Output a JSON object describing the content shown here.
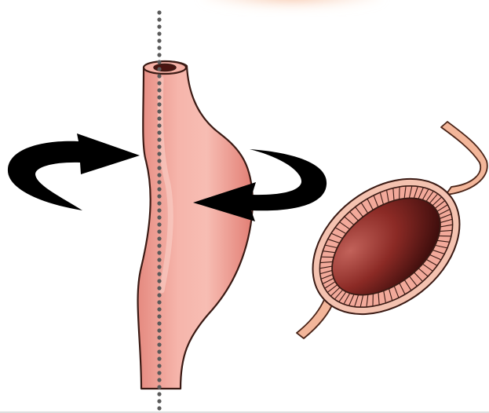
{
  "figure": {
    "elements": [
      "rotation-axis",
      "tubular-organ",
      "rotation-arrows",
      "cross-section"
    ],
    "colors": {
      "tube_fill": "#F2A59B",
      "tube_outline": "#3A1A14",
      "lumen_dark": "#3B0A0A",
      "lumen_mid": "#9A3A34",
      "epithelium": "#F4C2B0",
      "stalk": "#F3B69A",
      "axis_dots": "#555555",
      "arrow": "#000000",
      "top_blob": "#F7C3A3"
    }
  }
}
